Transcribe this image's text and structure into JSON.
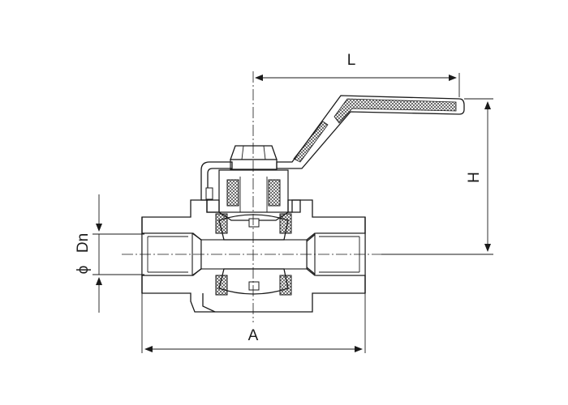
{
  "drawing": {
    "dimensions": {
      "length_label": "L",
      "height_label": "H",
      "width_label": "A",
      "bore_label": "Dn",
      "bore_symbol": "ϕ"
    }
  },
  "colors": {
    "line": "#1a1a1a",
    "background": "#ffffff"
  }
}
